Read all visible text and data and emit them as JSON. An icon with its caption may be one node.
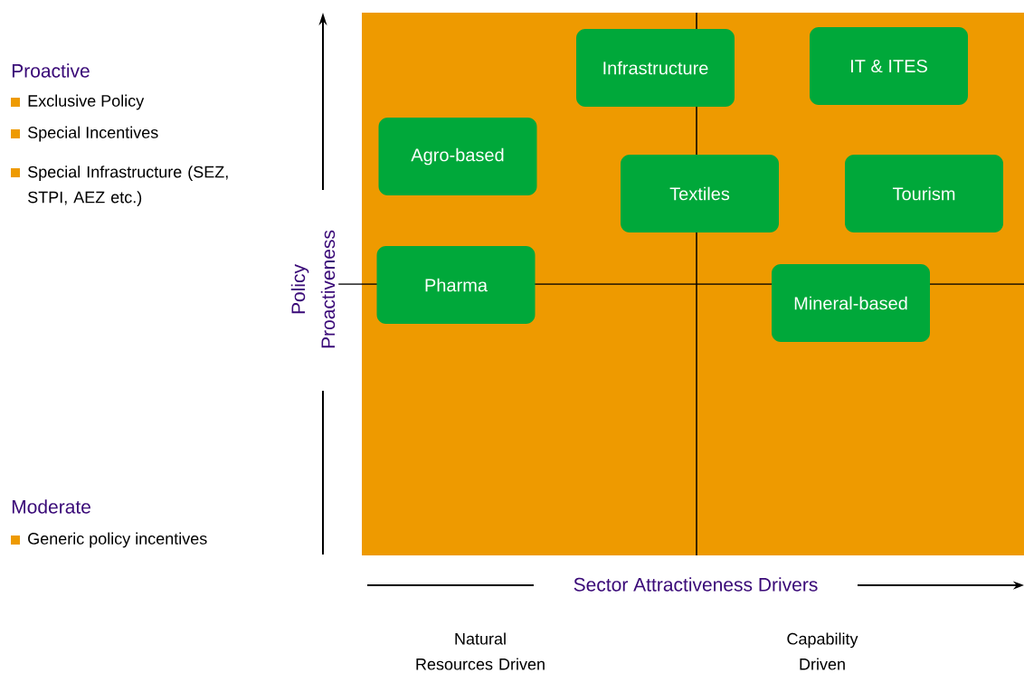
{
  "diagram": {
    "nodes": [
      {
        "text": [
          "Infrastructure"
        ]
      },
      {
        "text": [
          "IT & ITES"
        ]
      },
      {
        "text": [
          "Agro-based"
        ]
      },
      {
        "text": [
          "Textiles"
        ]
      },
      {
        "text": [
          "Tourism"
        ]
      },
      {
        "text": [
          "Pharma"
        ]
      },
      {
        "text": [
          "Mineral-based"
        ]
      }
    ],
    "labels": [
      "Proactive",
      "Exclusive Policy",
      "Special Incentives",
      "Special Infrastructure (SEZ, STPI, AEZ etc.)",
      "Policy Proactiveness",
      "Moderate",
      "Generic policy incentives",
      "Sector Attractiveness Drivers",
      "Natural Resources Driven",
      "Capability Driven"
    ]
  }
}
